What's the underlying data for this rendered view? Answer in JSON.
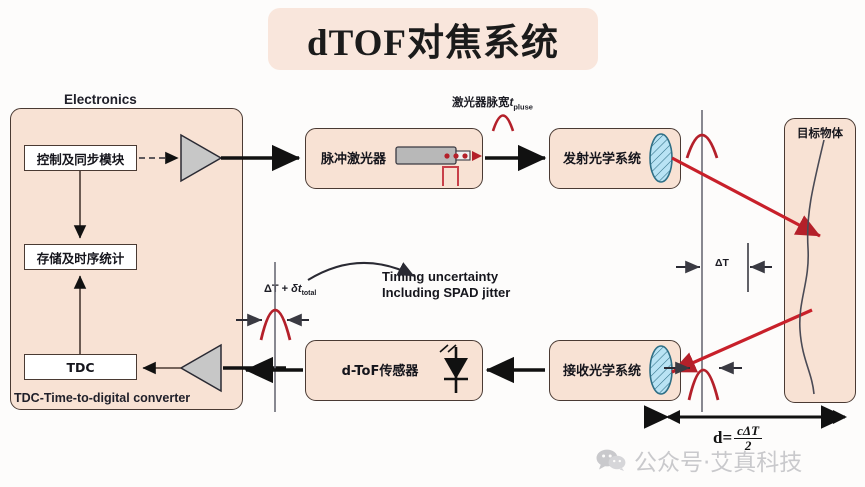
{
  "title": "dTOF对焦系统",
  "labels": {
    "electronics": "Electronics",
    "control_sync": "控制及同步模块",
    "storage_timing": "存储及时序统计",
    "tdc": "TDC",
    "tdc_caption": "TDC-Time-to-digital converter",
    "pulse_laser": "脉冲激光器",
    "laser_pulse_width": "激光器脉宽",
    "laser_pulse_width_sub": "t",
    "laser_pulse_width_sub2": "pluse",
    "tx_optics": "发射光学系统",
    "rx_optics": "接收光学系统",
    "dtof_sensor": "d-ToF传感器",
    "target_object": "目标物体",
    "delta_t": "ΔT",
    "delta_t_jitter_main": "ΔT + ",
    "delta_t_jitter_sym": "δt",
    "delta_t_jitter_sub": "total",
    "timing_line1": "Timing uncertainty",
    "timing_line2": "Including SPAD jitter",
    "distance_formula_lhs": "d=",
    "distance_formula_num": "cΔT",
    "distance_formula_den": "2"
  },
  "watermark": {
    "text": "公众号·艾真科技",
    "icon": "wechat-icon"
  },
  "colors": {
    "title_chip": "#f9e6dc",
    "block_fill": "#f8e2d4",
    "block_border": "#4a3a33",
    "beam_red": "#b4202a",
    "pulse_red": "#b4202a",
    "lens_blue": "#aadcf0",
    "amp_gray": "#c7c7c7",
    "axis_gray": "#6b6b75",
    "wire_black": "#111111"
  },
  "icons": {
    "amplifier_top": "amplifier-triangle-icon",
    "amplifier_bottom": "amplifier-triangle-icon",
    "laser_device": "laser-emitter-icon",
    "square_pulse": "square-pulse-icon",
    "lens_tx": "lens-icon",
    "lens_rx": "lens-icon",
    "photodiode": "photodiode-icon",
    "target_surface": "target-surface-curve-icon"
  }
}
